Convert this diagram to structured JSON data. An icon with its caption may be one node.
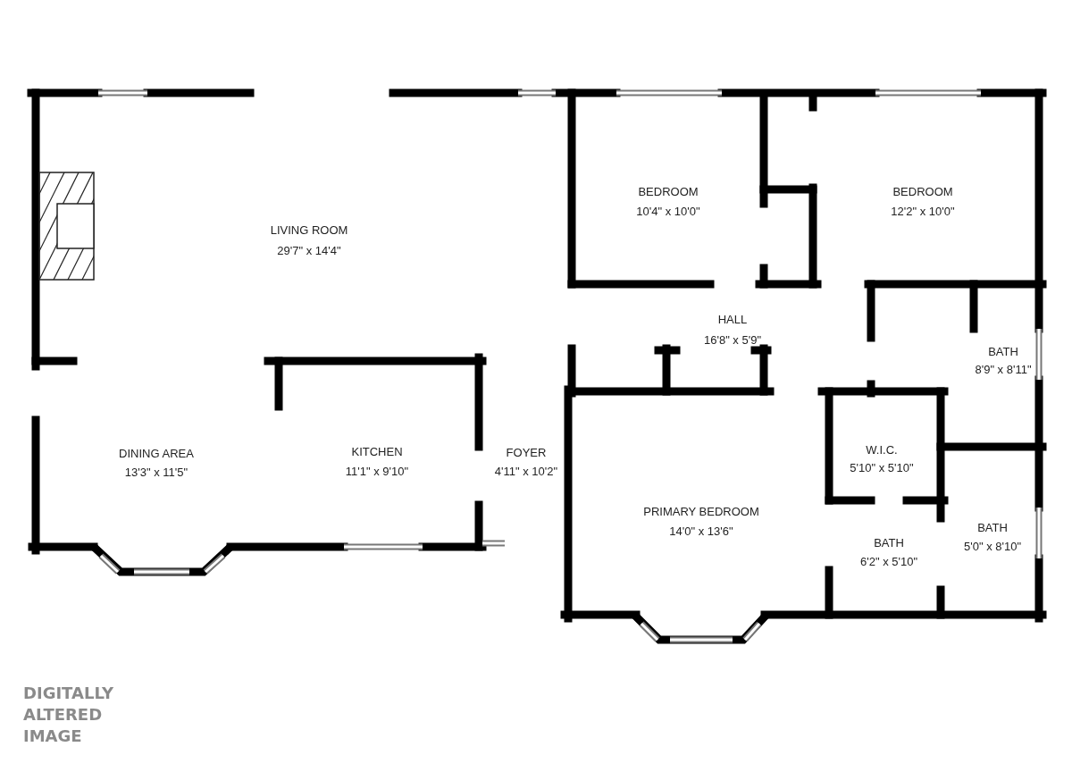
{
  "diagram": {
    "labels": [
      "LIVING ROOM",
      "29'7\" x 14'4\"",
      "BEDROOM",
      "10'4\" x 10'0\"",
      "BEDROOM",
      "12'2\" x 10'0\"",
      "HALL",
      "16'8\" x 5'9\"",
      "BATH",
      "8'9\" x 8'11\"",
      "DINING AREA",
      "13'3\" x 11'5\"",
      "KITCHEN",
      "11'1\" x 9'10\"",
      "FOYER",
      "4'11\" x 10'2\"",
      "W.I.C.",
      "5'10\" x 5'10\"",
      "PRIMARY BEDROOM",
      "14'0\" x 13'6\"",
      "BATH",
      "6'2\" x 5'10\"",
      "BATH",
      "5'0\" x 8'10\"",
      "DIGITALLY ALTERED IMAGE"
    ]
  }
}
